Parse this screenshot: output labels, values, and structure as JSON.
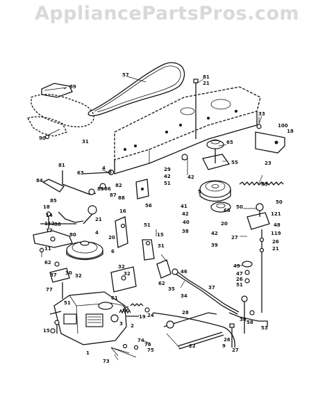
{
  "watermark": "AppliancePartsPros.com",
  "callouts": [
    {
      "id": "c57",
      "text": "57"
    },
    {
      "id": "c81a",
      "text": "81"
    },
    {
      "id": "c21a",
      "text": "21"
    },
    {
      "id": "c89",
      "text": "89"
    },
    {
      "id": "c90",
      "text": "90"
    },
    {
      "id": "c31",
      "text": "31"
    },
    {
      "id": "c33",
      "text": "33"
    },
    {
      "id": "c100",
      "text": "100"
    },
    {
      "id": "c18",
      "text": "18"
    },
    {
      "id": "c65a",
      "text": "65"
    },
    {
      "id": "c23",
      "text": "23"
    },
    {
      "id": "c81b",
      "text": "81"
    },
    {
      "id": "c63",
      "text": "63"
    },
    {
      "id": "c4a",
      "text": "4"
    },
    {
      "id": "c8",
      "text": "8"
    },
    {
      "id": "c85a",
      "text": "85"
    },
    {
      "id": "c86",
      "text": "86"
    },
    {
      "id": "c82",
      "text": "82"
    },
    {
      "id": "c87a",
      "text": "87"
    },
    {
      "id": "c88a",
      "text": "88"
    },
    {
      "id": "c56",
      "text": "56"
    },
    {
      "id": "c84",
      "text": "84"
    },
    {
      "id": "c85b",
      "text": "85"
    },
    {
      "id": "c29",
      "text": "29"
    },
    {
      "id": "c42a",
      "text": "42"
    },
    {
      "id": "c51a",
      "text": "51"
    },
    {
      "id": "c42b",
      "text": "42"
    },
    {
      "id": "c55",
      "text": "55"
    },
    {
      "id": "c83",
      "text": "83"
    },
    {
      "id": "c5",
      "text": "5"
    },
    {
      "id": "c65b",
      "text": "65"
    },
    {
      "id": "c20a",
      "text": "20"
    },
    {
      "id": "c41",
      "text": "41"
    },
    {
      "id": "c42c",
      "text": "42"
    },
    {
      "id": "c40",
      "text": "40"
    },
    {
      "id": "c50a",
      "text": "50"
    },
    {
      "id": "c50b",
      "text": "50"
    },
    {
      "id": "c121",
      "text": "121"
    },
    {
      "id": "c48",
      "text": "48"
    },
    {
      "id": "c119",
      "text": "119"
    },
    {
      "id": "c26a",
      "text": "26"
    },
    {
      "id": "c21b",
      "text": "21"
    },
    {
      "id": "c27a",
      "text": "27"
    },
    {
      "id": "c38",
      "text": "38"
    },
    {
      "id": "c42d",
      "text": "42"
    },
    {
      "id": "c39",
      "text": "39"
    },
    {
      "id": "c18b",
      "text": "18"
    },
    {
      "id": "c14",
      "text": "14"
    },
    {
      "id": "c112",
      "text": "112"
    },
    {
      "id": "c17",
      "text": "17"
    },
    {
      "id": "c88b",
      "text": "88"
    },
    {
      "id": "c80",
      "text": "80"
    },
    {
      "id": "c11",
      "text": "11"
    },
    {
      "id": "c16",
      "text": "16"
    },
    {
      "id": "c21c",
      "text": "21"
    },
    {
      "id": "c51b",
      "text": "51"
    },
    {
      "id": "c4b",
      "text": "4"
    },
    {
      "id": "c20b",
      "text": "20"
    },
    {
      "id": "c6",
      "text": "6"
    },
    {
      "id": "c15a",
      "text": "15"
    },
    {
      "id": "c31b",
      "text": "31"
    },
    {
      "id": "c62",
      "text": "62"
    },
    {
      "id": "c87b",
      "text": "87"
    },
    {
      "id": "c32a",
      "text": "32"
    },
    {
      "id": "c32b",
      "text": "32"
    },
    {
      "id": "c32c",
      "text": "32"
    },
    {
      "id": "c30",
      "text": "30"
    },
    {
      "id": "c77",
      "text": "77"
    },
    {
      "id": "c51c",
      "text": "51"
    },
    {
      "id": "c61",
      "text": "61"
    },
    {
      "id": "c62b",
      "text": "62"
    },
    {
      "id": "c35",
      "text": "35"
    },
    {
      "id": "c34",
      "text": "34"
    },
    {
      "id": "c37",
      "text": "37"
    },
    {
      "id": "c49",
      "text": "49"
    },
    {
      "id": "c47",
      "text": "47"
    },
    {
      "id": "c26b",
      "text": "26"
    },
    {
      "id": "c51d",
      "text": "51"
    },
    {
      "id": "c19",
      "text": "19"
    },
    {
      "id": "c24",
      "text": "24"
    },
    {
      "id": "c25",
      "text": "25"
    },
    {
      "id": "c3",
      "text": "3"
    },
    {
      "id": "c2",
      "text": "2"
    },
    {
      "id": "c36",
      "text": "36"
    },
    {
      "id": "c58",
      "text": "58"
    },
    {
      "id": "c53",
      "text": "53"
    },
    {
      "id": "c15b",
      "text": "15"
    },
    {
      "id": "c1",
      "text": "1"
    },
    {
      "id": "c74",
      "text": "74"
    },
    {
      "id": "c76",
      "text": "76"
    },
    {
      "id": "c75",
      "text": "75"
    },
    {
      "id": "c73",
      "text": "73"
    },
    {
      "id": "c22",
      "text": "22"
    },
    {
      "id": "c28",
      "text": "28"
    },
    {
      "id": "c27b",
      "text": "27"
    },
    {
      "id": "c9",
      "text": "9"
    },
    {
      "id": "c26c",
      "text": "26"
    },
    {
      "id": "c46",
      "text": "46"
    }
  ]
}
